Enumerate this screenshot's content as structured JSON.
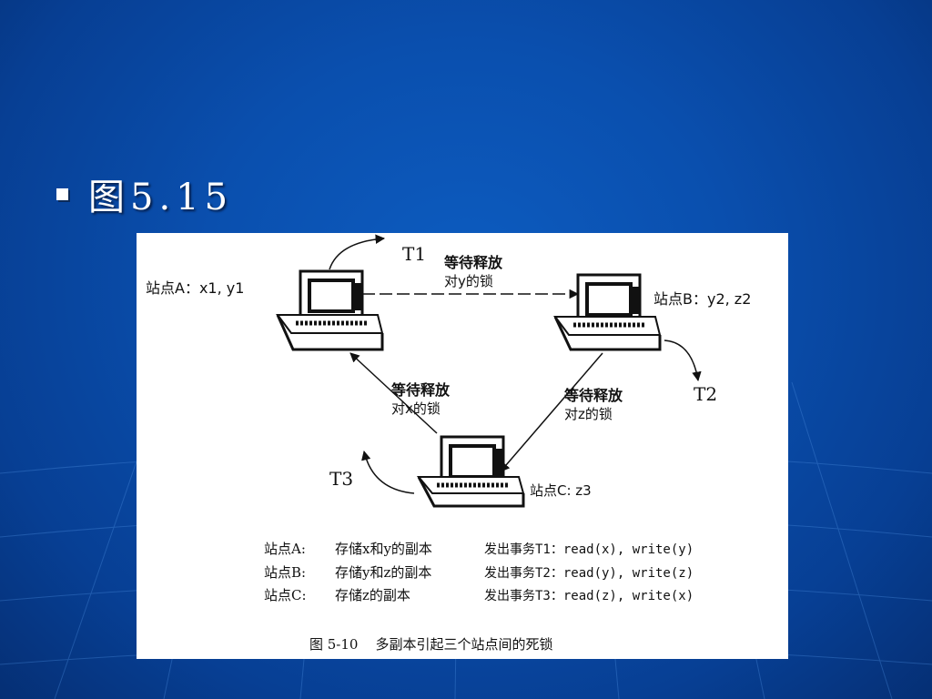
{
  "slide": {
    "bullet_text": "图5.15"
  },
  "diagram": {
    "transactions": {
      "t1": "T1",
      "t2": "T2",
      "t3": "T3"
    },
    "sites": {
      "a_label": "站点A：x1, y1",
      "b_label": "站点B：y2, z2",
      "c_label": "站点C:  z3"
    },
    "edges": {
      "ab_line1": "等待释放",
      "ab_line2": "对y的锁",
      "ca_line1": "等待释放",
      "ca_line2": "对x的锁",
      "bc_line1": "等待释放",
      "bc_line2": "对z的锁"
    },
    "legend": [
      {
        "site": "站点A:",
        "store": "存储x和y的副本",
        "issue": "发出事务T1：read(x), write(y)"
      },
      {
        "site": "站点B:",
        "store": "存储y和z的副本",
        "issue": "发出事务T2：read(y), write(z)"
      },
      {
        "site": "站点C:",
        "store": "存储z的副本",
        "issue": "发出事务T3：read(z), write(x)"
      }
    ],
    "caption": "图 5-10    多副本引起三个站点间的死锁"
  }
}
